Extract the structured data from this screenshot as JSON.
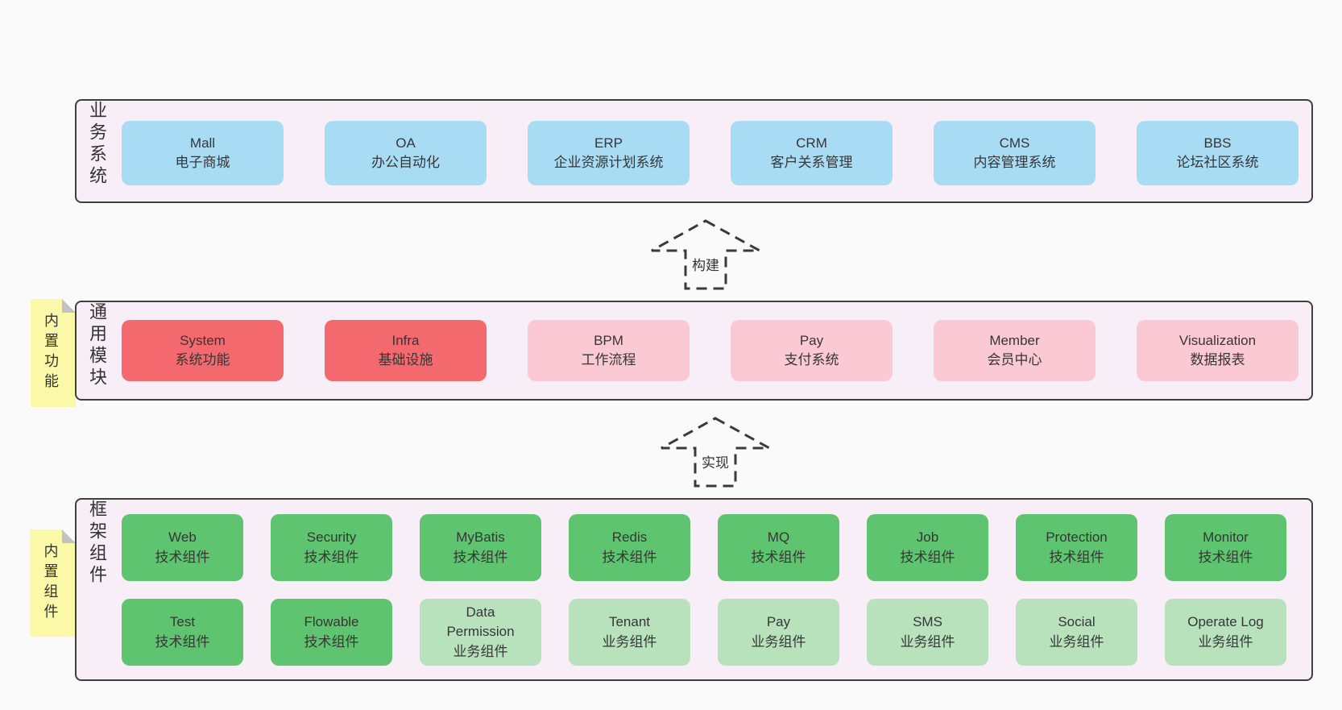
{
  "colors": {
    "page_bg": "#fafafa",
    "container_bg": "#f8eef7",
    "border": "#3f3f3f",
    "box_blue": "#a8dcf4",
    "box_red": "#f4696e",
    "box_pink": "#fbc9d3",
    "box_green": "#5fc46f",
    "box_green_light": "#b8e2bc",
    "note_yellow": "#fbf9a8",
    "fold_gray": "#c2c2c2",
    "text": "#363636"
  },
  "arrows": [
    {
      "label": "构建"
    },
    {
      "label": "实现"
    }
  ],
  "layers": [
    {
      "id": "business-systems",
      "label": "业务系统",
      "boxes": [
        {
          "name": "Mall",
          "desc": "电子商城",
          "type": "blue"
        },
        {
          "name": "OA",
          "desc": "办公自动化",
          "type": "blue"
        },
        {
          "name": "ERP",
          "desc": "企业资源计划系统",
          "type": "blue"
        },
        {
          "name": "CRM",
          "desc": "客户关系管理",
          "type": "blue"
        },
        {
          "name": "CMS",
          "desc": "内容管理系统",
          "type": "blue"
        },
        {
          "name": "BBS",
          "desc": "论坛社区系统",
          "type": "blue"
        }
      ]
    },
    {
      "id": "common-modules",
      "label": "通用模块",
      "note": "内置功能",
      "boxes": [
        {
          "name": "System",
          "desc": "系统功能",
          "type": "red"
        },
        {
          "name": "Infra",
          "desc": "基础设施",
          "type": "red"
        },
        {
          "name": "BPM",
          "desc": "工作流程",
          "type": "pink"
        },
        {
          "name": "Pay",
          "desc": "支付系统",
          "type": "pink"
        },
        {
          "name": "Member",
          "desc": "会员中心",
          "type": "pink"
        },
        {
          "name": "Visualization",
          "desc": "数据报表",
          "type": "pink"
        }
      ]
    },
    {
      "id": "framework-components",
      "label": "框架组件",
      "note": "内置组件",
      "rows": [
        [
          {
            "name": "Web",
            "desc": "技术组件",
            "type": "green"
          },
          {
            "name": "Security",
            "desc": "技术组件",
            "type": "green"
          },
          {
            "name": "MyBatis",
            "desc": "技术组件",
            "type": "green"
          },
          {
            "name": "Redis",
            "desc": "技术组件",
            "type": "green"
          },
          {
            "name": "MQ",
            "desc": "技术组件",
            "type": "green"
          },
          {
            "name": "Job",
            "desc": "技术组件",
            "type": "green"
          },
          {
            "name": "Protection",
            "desc": "技术组件",
            "type": "green"
          },
          {
            "name": "Monitor",
            "desc": "技术组件",
            "type": "green"
          }
        ],
        [
          {
            "name": "Test",
            "desc": "技术组件",
            "type": "green"
          },
          {
            "name": "Flowable",
            "desc": "技术组件",
            "type": "green"
          },
          {
            "name": "Data Permission",
            "desc": "业务组件",
            "type": "green-light"
          },
          {
            "name": "Tenant",
            "desc": "业务组件",
            "type": "green-light"
          },
          {
            "name": "Pay",
            "desc": "业务组件",
            "type": "green-light"
          },
          {
            "name": "SMS",
            "desc": "业务组件",
            "type": "green-light"
          },
          {
            "name": "Social",
            "desc": "业务组件",
            "type": "green-light"
          },
          {
            "name": "Operate Log",
            "desc": "业务组件",
            "type": "green-light"
          }
        ]
      ]
    }
  ]
}
